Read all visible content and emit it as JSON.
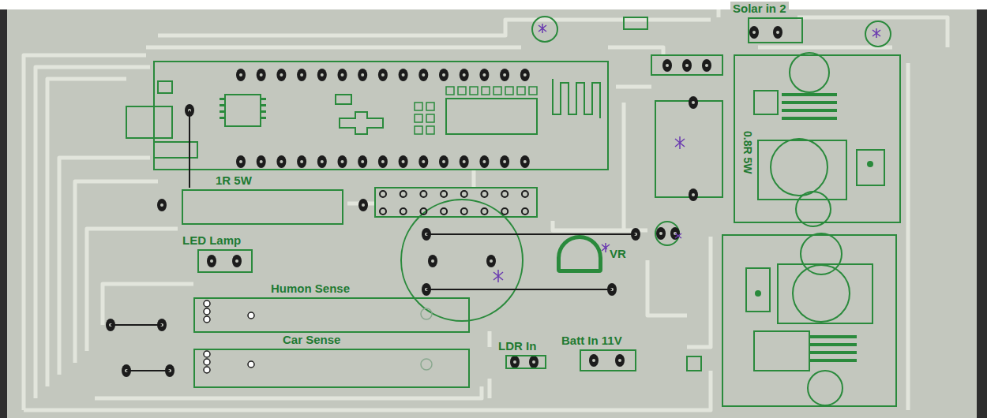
{
  "diagram": {
    "nodes": [
      {
        "text": [
          "Solar in 2"
        ]
      },
      {
        "text": [
          "1R 5W"
        ]
      },
      {
        "text": [
          "LED Lamp"
        ]
      },
      {
        "text": [
          "VR"
        ]
      },
      {
        "text": [
          "Humon Sense"
        ]
      },
      {
        "text": [
          "Car Sense"
        ]
      },
      {
        "text": [
          "LDR In"
        ]
      },
      {
        "text": [
          "Batt In 11V"
        ]
      }
    ],
    "labels": [
      "0.8R 5W"
    ]
  }
}
